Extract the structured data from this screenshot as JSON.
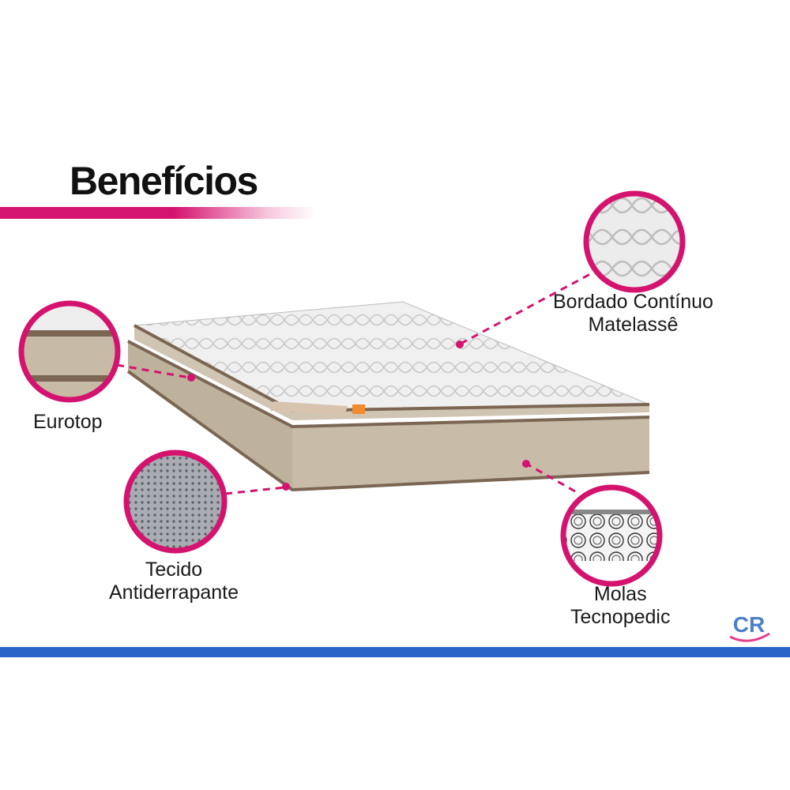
{
  "heading": {
    "title": "Benefícios"
  },
  "features": {
    "eurotop": {
      "line1": "Eurotop"
    },
    "tecido": {
      "line1": "Tecido",
      "line2": "Antiderrapante"
    },
    "bordado": {
      "line1": "Bordado Contínuo",
      "line2": "Matelassê"
    },
    "molas": {
      "line1": "Molas",
      "line2": "Tecnopedic"
    }
  },
  "logo": {
    "text": "CR"
  },
  "colors": {
    "accent": "#d4136e",
    "footer_bar": "#2b64c8",
    "fabric_side": "#c8bca9",
    "piping": "#7a6652"
  }
}
